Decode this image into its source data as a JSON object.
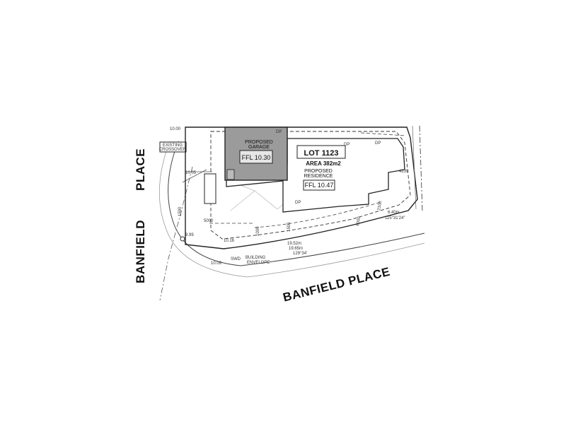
{
  "lot": {
    "title": "LOT 1123",
    "area": "AREA 382m2"
  },
  "residence": {
    "label_line1": "PROPOSED",
    "label_line2": "RESIDENCE",
    "ffl": "FFL 10.47"
  },
  "garage": {
    "label_line1": "PROPOSED",
    "label_line2": "GARAGE",
    "ffl": "FFL 10.30"
  },
  "streets": {
    "bottom": "BANFIELD PLACE",
    "left_word1": "BANFIELD",
    "left_word2": "PLACE"
  },
  "envelope": {
    "line1": "BUILDING",
    "line2": "ENVELOPE"
  },
  "notes": {
    "existing_crossover_1": "EXISTING",
    "existing_crossover_2": "CROSSOVER",
    "swd": "SWD",
    "dp1": "DP",
    "dp2": "DP",
    "dp3": "DP",
    "dp4": "DP",
    "dim_5000": "5000",
    "dim_6000": "6000",
    "dim_4239": "4239",
    "dim_2100": "2100",
    "dim_1590": "1590",
    "dim_1500": "1500",
    "dim_1000": "1000",
    "spot_10_16": "10.16",
    "spot_9_99": "9.99",
    "spot_10_09": "10.09",
    "spot_10_00": "10.00",
    "spot_10_05": "10.05",
    "brg_1": "6.40m",
    "brg_2": "115°31'24\"",
    "brg_3": "19.52m",
    "brg_4": "19.65m",
    "brg_5": "129°34'"
  },
  "colors": {
    "garage_fill": "#9b9b9b",
    "line": "#222222",
    "background": "#ffffff"
  }
}
